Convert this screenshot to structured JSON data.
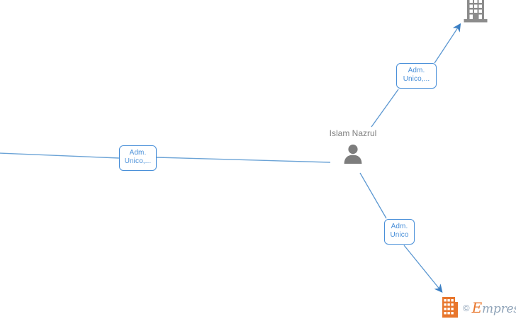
{
  "diagram": {
    "background_color": "#ffffff",
    "edge_color": "#4a90d9",
    "node_text_color": "#808080",
    "label_border_color": "#4a90d9",
    "label_text_color": "#4a90d9",
    "center_node": {
      "name": "Islam Nazrul",
      "icon": "person-icon",
      "icon_color": "#7d7d7d"
    },
    "company_nodes": [
      {
        "id": "company-top",
        "icon": "building-icon",
        "icon_color": "#8c8c8c"
      },
      {
        "id": "company-bottom",
        "icon": "building-icon",
        "icon_color": "#e8762c"
      }
    ],
    "relations": [
      {
        "id": "relation-top",
        "label": "Adm.\nUnico,..."
      },
      {
        "id": "relation-left",
        "label": "Adm.\nUnico,..."
      },
      {
        "id": "relation-bottom",
        "label": "Adm.\nUnico"
      }
    ]
  },
  "watermark": {
    "copyright": "©",
    "brand_first_letter": "E",
    "brand_rest": "mpresia",
    "brand_color": "#e8762c",
    "text_color": "#8fa3b8"
  }
}
